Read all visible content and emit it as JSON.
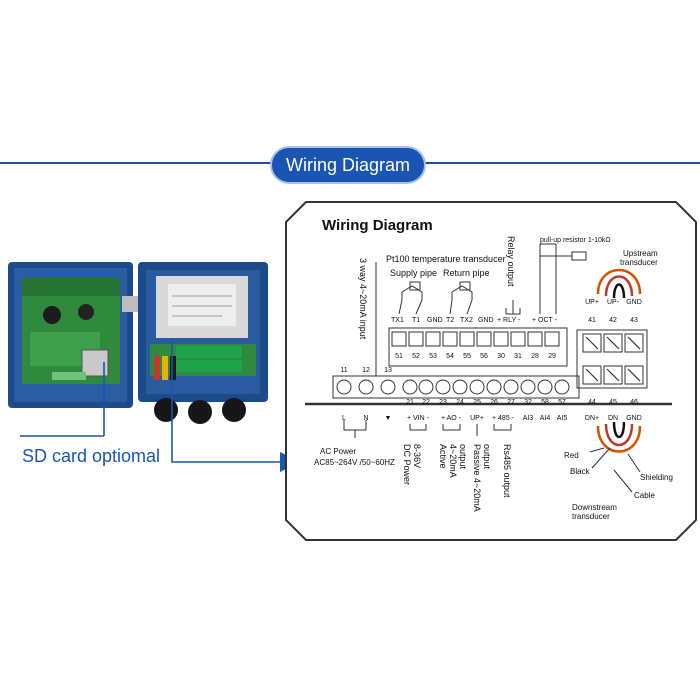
{
  "header": {
    "badge": "Wiring Diagram"
  },
  "photo": {
    "sd_label": "SD card optiomal"
  },
  "panel": {
    "title": "Wiring Diagram",
    "pt100_label": "Pt100 temperature transducer",
    "supply_pipe": "Supply pipe",
    "return_pipe": "Return pipe",
    "input_3way": "3 way 4~20mA input",
    "relay_output": "Relay output",
    "pullup": "pull-up resistor 1-10kΩ",
    "upstream": [
      "Upstream",
      "transducer"
    ],
    "downstream": [
      "Downstream",
      "transducer"
    ],
    "top_labels": [
      "TX1",
      "T1",
      "GND",
      "T2",
      "TX2",
      "GND",
      "+ RLY -",
      "+ OCT -"
    ],
    "top_numbers": [
      "51",
      "52",
      "53",
      "54",
      "55",
      "56",
      "30",
      "31",
      "28",
      "29"
    ],
    "right_top_labels": [
      "UP+",
      "UP-",
      "GND"
    ],
    "right_top_numbers": [
      "41",
      "42",
      "43"
    ],
    "left_top_numbers": [
      "11",
      "12",
      "13"
    ],
    "bottom_numbers": [
      "21",
      "22",
      "23",
      "24",
      "25",
      "26",
      "27",
      "32",
      "58",
      "57"
    ],
    "right_bottom_numbers": [
      "44",
      "45",
      "46"
    ],
    "bottom_labels": [
      "L",
      "N",
      "▼",
      "+ VIN -",
      "+ AO -",
      "UP+",
      "+ 485 -",
      "AI3",
      "AI4",
      "AI5"
    ],
    "right_bottom_labels": [
      "DN+",
      "DN",
      "GND"
    ],
    "ac_power": [
      "AC Power",
      "AC85~264V /50~60HZ"
    ],
    "dc_power": [
      "DC Power",
      "8-36V"
    ],
    "active_out": [
      "Active",
      "4~20mA",
      "output"
    ],
    "passive_out": [
      "Passive 4~20mA",
      "output"
    ],
    "rs485": "Rs485 output",
    "wire_red": "Red",
    "wire_black": "Black",
    "wire_shielding": "Shielding",
    "wire_cable": "Cable"
  }
}
